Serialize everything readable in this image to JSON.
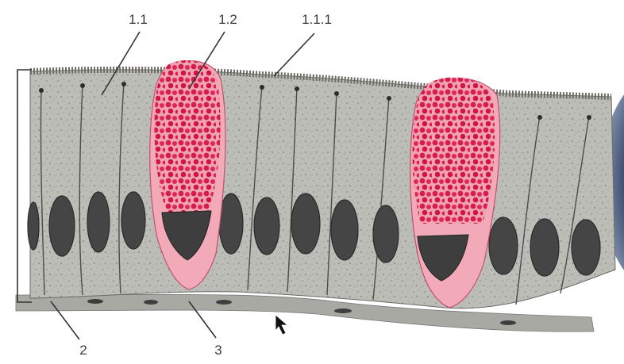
{
  "labels": {
    "l_1_1": "1.1",
    "l_1_2": "1.2",
    "l_1_1_1": "1.1.1",
    "l_2": "2",
    "l_3": "3"
  },
  "colors": {
    "cytoplasm": "#b9b9b5",
    "nucleus": "#454545",
    "mucus": "#d81a4c",
    "goblet_cell": "#f2aab8",
    "brush_border": "#6e6b66",
    "webcam_rim": "#3a4a6a",
    "label_text": "#3a3a3a"
  },
  "icons": {
    "pointer": "mouse-cursor-icon"
  }
}
